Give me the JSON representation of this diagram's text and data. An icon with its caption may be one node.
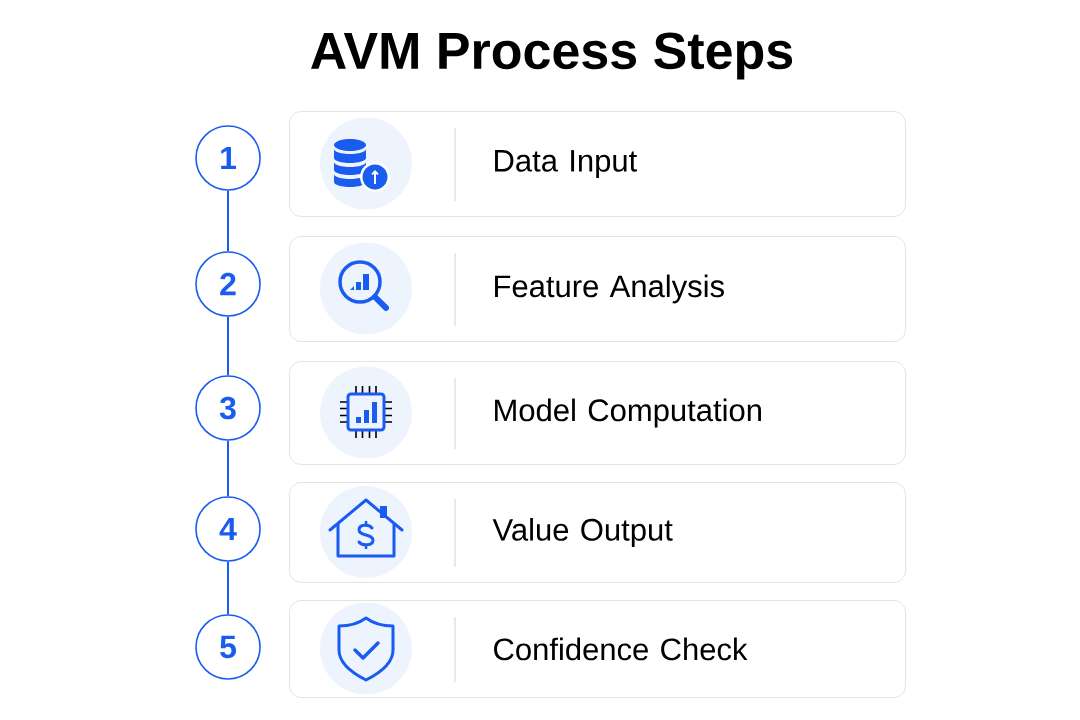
{
  "diagram": {
    "title": "AVM Process Steps",
    "nodes": [
      {
        "text": [
          "1"
        ]
      },
      {
        "text": [
          "2"
        ]
      },
      {
        "text": [
          "3"
        ]
      },
      {
        "text": [
          "4"
        ]
      },
      {
        "text": [
          "5"
        ]
      },
      {
        "text": [
          "Data Input"
        ]
      },
      {
        "text": [
          "Feature Analysis"
        ]
      },
      {
        "text": [
          "Model Computation"
        ]
      },
      {
        "text": [
          "Value Output"
        ]
      },
      {
        "text": [
          "Confidence Check"
        ]
      }
    ],
    "edges": [
      {
        "from": 0,
        "to": 1,
        "arrow": "none"
      },
      {
        "from": 1,
        "to": 2,
        "arrow": "none"
      },
      {
        "from": 2,
        "to": 3,
        "arrow": "none"
      },
      {
        "from": 3,
        "to": 4,
        "arrow": "none"
      }
    ]
  }
}
